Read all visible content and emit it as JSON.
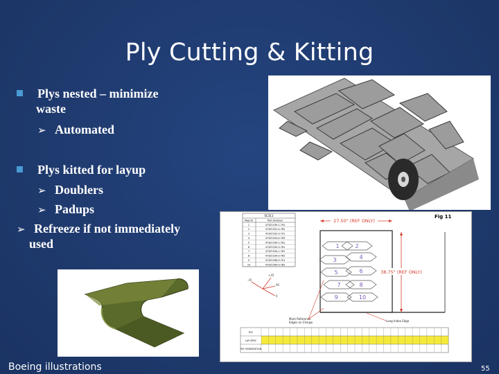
{
  "slide": {
    "title": "Ply Cutting & Kitting",
    "bullets": [
      {
        "text_line1": "Plys nested – minimize",
        "text_line2": "waste"
      },
      {
        "sub": "Automated"
      },
      {
        "text": "Plys kitted for layup"
      },
      {
        "sub": "Doublers"
      },
      {
        "sub": "Padups"
      },
      {
        "text_line1": "Refreeze if not immediately",
        "text_line2": "used"
      }
    ],
    "footer": "Boeing illustrations",
    "page_number": "55"
  },
  "drawing": {
    "fig": "Fig 11",
    "dim_top": "27.50\" (REF ONLY)",
    "dim_side": "38.75\" (REF ONLY)",
    "note_mark": "Mark Reference\nEdges on Charge",
    "note_long": "Long Index Edge",
    "table_header": "SC311",
    "col_map": "Map ID",
    "col_part": "Part Number",
    "parts": [
      [
        "1",
        "473Z1539-1-792"
      ],
      [
        "2",
        "473Z1531-4-782"
      ],
      [
        "3",
        "473Z1532-3-791"
      ],
      [
        "4",
        "473Z1533-4-783"
      ],
      [
        "5",
        "473Z1534-1-781"
      ],
      [
        "6",
        "473Z1535-3-781"
      ],
      [
        "7",
        "473Z1534-1-781"
      ],
      [
        "8",
        "473Z1534-3-782"
      ],
      [
        "9",
        "473Z1598-3-701"
      ],
      [
        "10",
        "473Z1599-3-782"
      ]
    ],
    "numbers": [
      "1",
      "2",
      "3",
      "4",
      "5",
      "6",
      "7",
      "8",
      "9",
      "10"
    ],
    "row_labels": [
      "PLY",
      "LAY SPEC",
      "PLY ORIENTATION"
    ],
    "orient_labels": [
      "-45",
      "90",
      "+45",
      "0"
    ]
  },
  "colors": {
    "background": "#1f3a6e",
    "bullet_square": "#4a9ad4",
    "part_olive": "#5a6a2a",
    "dim_red": "#d43a2a",
    "highlight_yellow": "#f5e93a"
  }
}
